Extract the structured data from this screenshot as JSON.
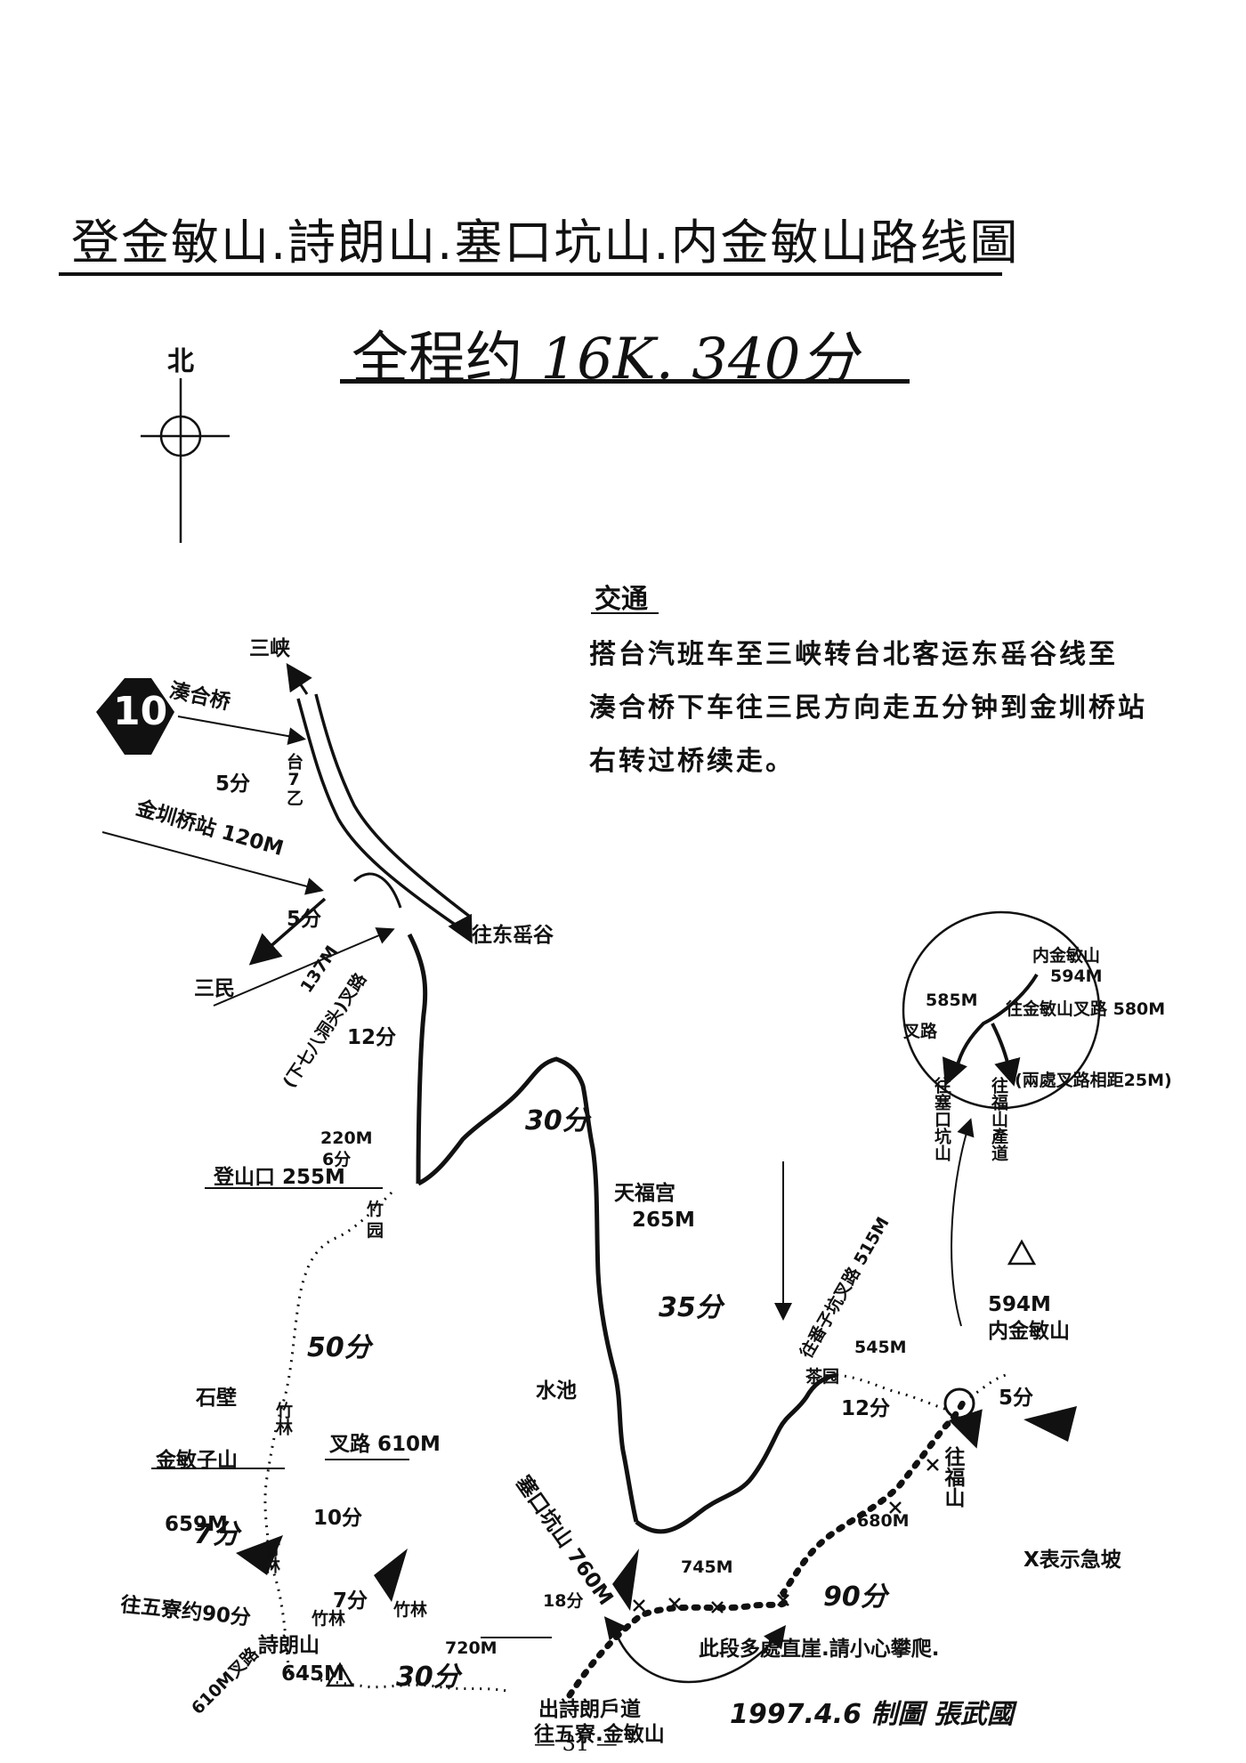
{
  "title": "登金敏山.詩朗山.塞口坑山.内金敏山路线圖",
  "subtitle": {
    "prefix": "全程约",
    "stats": "16K. 340分"
  },
  "compass": {
    "label": "北"
  },
  "transport": {
    "heading": "交通",
    "lines": [
      "搭台汽班车至三峡转台北客运东䍃谷线至",
      "湊合桥下车往三民方向走五分钟到金圳桥站",
      "右转过桥续走。"
    ]
  },
  "inset_badge": "10",
  "map_labels": {
    "sanxia": "三峡",
    "couhe_bridge": "湊合桥",
    "route_tag": "台7乙",
    "time_5a": "5分",
    "jinzhen_station": "金圳桥站 120M",
    "time_5b": "5分",
    "sanmin": "三民",
    "to_dongyanggu": "往东䍃谷",
    "fork_137": "137M",
    "fork_road": "(下七八洞头)叉路",
    "time_12a": "12分",
    "alt_220": "220M",
    "time_6": "6分",
    "trailhead": "登山口 255M",
    "bamboo_a": "竹",
    "bamboo_a2": "园",
    "time_50": "50分",
    "stone_wall": "石壁",
    "bamboo_b": "竹林",
    "time_30a": "30分",
    "tianfu": "天福宫",
    "alt_265": "265M",
    "time_35": "35分",
    "water_pit": "水池",
    "fork_515": "往番子坑叉路 515M",
    "alt_545": "545M",
    "tea_garden": "茶园",
    "time_12b": "12分",
    "nei_alt": "594M",
    "nei_name": "内金敏山",
    "time_5c": "5分",
    "to_fushan": "往福山",
    "jinminzi_alt": "659M",
    "jinminzi_name": "金敏子山",
    "fork_610": "叉路 610M",
    "time_10": "10分",
    "time_7a": "7分",
    "bamboo_c": "竹林",
    "to_wuliao": "往五寮约90分",
    "alt_610b": "610M叉路",
    "time_7b": "7分",
    "bamboo_d": "竹林",
    "bamboo_e": "竹林",
    "shilang_name": "詩朗山",
    "shilang_alt": "645M",
    "time_30b": "30分",
    "alt_720": "720M",
    "saikou": "塞口坑山 760M",
    "time_18": "18分",
    "alt_745": "745M",
    "time_90": "90分",
    "alt_680": "680M",
    "exit_note1": "出詩朗戶道",
    "exit_note2": "往五寮.金敏山",
    "legend_x": "X表示急坡",
    "cliff_note": "此段多處直崖.請小心攀爬.",
    "inset_nei": "内金敏山",
    "inset_594": "594M",
    "inset_585": "585M",
    "inset_fork": "叉路",
    "inset_580": "往金敏山叉路 580M",
    "inset_distance": "(兩處叉路相距25M)",
    "inset_to_saikou": "往塞口坑山",
    "inset_to_fushan": "往福山產道"
  },
  "footer": {
    "page_number": "— 31 —",
    "date_author": "1997.4.6  制圖 張武國"
  }
}
